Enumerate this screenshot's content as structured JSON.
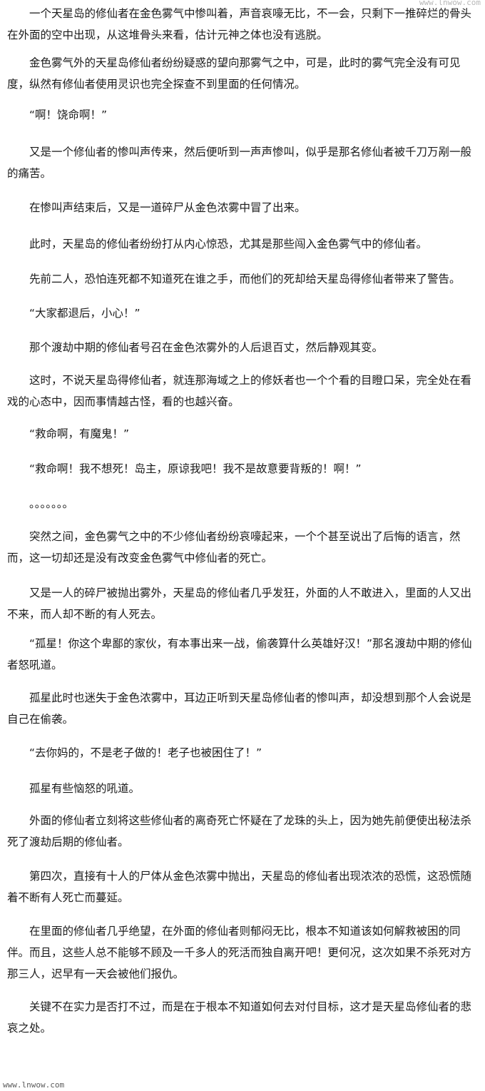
{
  "watermark_top": "www.lnwow.com",
  "watermark_bottom": "www.lnwow.com",
  "paragraphs": [
    "一个天星岛的修仙者在金色雾气中惨叫着，声音哀嚎无比，不一会，只剩下一推碎烂的骨头在外面的空中出现，从这堆骨头来看，估计元神之体也没有逃脱。",
    "金色雾气外的天星岛修仙者纷纷疑惑的望向那雾气之中，可是，此时的雾气完全没有可见度，纵然有修仙者使用灵识也完全探查不到里面的任何情况。",
    "“啊！饶命啊！”",
    "又是一个修仙者的惨叫声传来，然后便听到一声声惨叫，似乎是那名修仙者被千刀万剐一般的痛苦。",
    "在惨叫声结束后，又是一道碎尸从金色浓雾中冒了出来。",
    "此时，天星岛的修仙者纷纷打从内心惊恐，尤其是那些闯入金色雾气中的修仙者。",
    "先前二人，恐怕连死都不知道死在谁之手，而他们的死却给天星岛得修仙者带来了警告。",
    "“大家都退后，小心！”",
    "那个渡劫中期的修仙者号召在金色浓雾外的人后退百丈，然后静观其变。",
    "这时，不说天星岛得修仙者，就连那海域之上的修妖者也一个个看的目瞪口呆，完全处在看戏的心态中，因而事情越古怪，看的也越兴奋。",
    "“救命啊，有魔鬼！”",
    "“救命啊！我不想死！岛主，原谅我吧！我不是故意要背叛的！啊！”",
    "。。。。。。。",
    "突然之间，金色雾气之中的不少修仙者纷纷哀嚎起来，一个个甚至说出了后悔的语言，然而，这一切却还是没有改变金色雾气中修仙者的死亡。",
    "又是一人的碎尸被抛出雾外，天星岛的修仙者几乎发狂，外面的人不敢进入，里面的人又出不来，而人却不断的有人死去。",
    "“孤星！你这个卑鄙的家伙，有本事出来一战，偷袭算什么英雄好汉！”那名渡劫中期的修仙者怒吼道。",
    "孤星此时也迷失于金色浓雾中，耳边正听到天星岛修仙者的惨叫声，却没想到那个人会说是自己在偷袭。",
    "“去你妈的，不是老子做的！老子也被困住了！”",
    "孤星有些恼怒的吼道。",
    "外面的修仙者立刻将这些修仙者的离奇死亡怀疑在了龙珠的头上，因为她先前便使出秘法杀死了渡劫后期的修仙者。",
    "第四次，直接有十人的尸体从金色浓雾中抛出，天星岛的修仙者出现浓浓的恐慌，这恐慌随着不断有人死亡而蔓延。",
    "在里面的修仙者几乎绝望，在外面的修仙者则郁闷无比，根本不知道该如何解救被困的同伴。而且，这些人总不能够不顾及一千多人的死活而独自离开吧！更何况，这次如果不杀死对方那三人，迟早有一天会被他们报仇。",
    "关键不在实力是否打不过，而是在于根本不知道如何去对付目标，这才是天星岛修仙者的悲哀之处。"
  ]
}
